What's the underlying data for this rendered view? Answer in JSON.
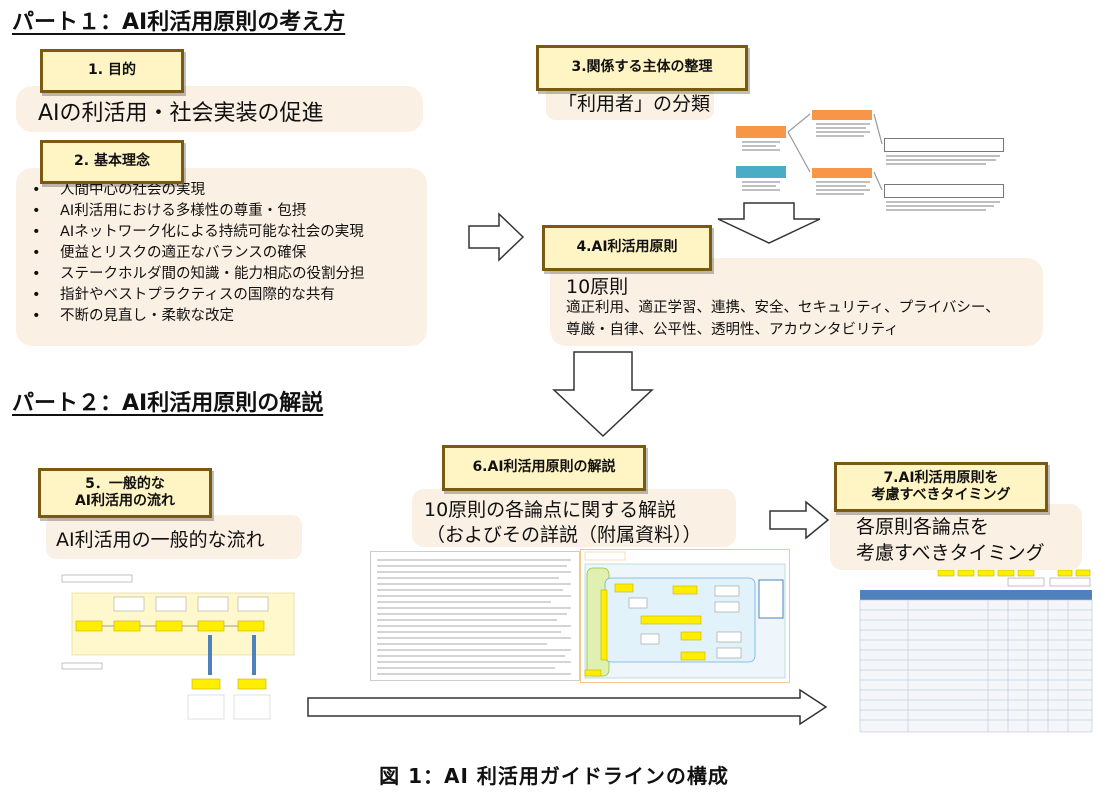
{
  "part1": {
    "title": "パート１：AI利活用原則の考え方"
  },
  "part2": {
    "title": "パート２：AI利活用原則の解説"
  },
  "box1": {
    "label": "1. 目的",
    "text": "AIの利活用・社会実装の促進"
  },
  "box2": {
    "label": "2. 基本理念",
    "items": [
      "人間中心の社会の実現",
      "AI利活用における多様性の尊重・包摂",
      "AIネットワーク化による持続可能な社会の実現",
      "便益とリスクの適正なバランスの確保",
      "ステークホルダ間の知識・能力相応の役割分担",
      "指針やベストプラクティスの国際的な共有",
      "不断の見直し・柔軟な改定"
    ]
  },
  "box3": {
    "label": "3.関係する主体の整理",
    "text": "「利用者」の分類"
  },
  "box4": {
    "label": "4.AI利活用原則",
    "heading": "10原則",
    "line1": "適正利用、適正学習、連携、安全、セキュリティ、プライバシー、",
    "line2": "尊厳・自律、公平性、透明性、アカウンタビリティ"
  },
  "box5": {
    "label_line1": "5．一般的な",
    "label_line2": "AI利活用の流れ",
    "text": "AI利活用の一般的な流れ"
  },
  "box6": {
    "label": "6.AI利活用原則の解説",
    "line1": "10原則の各論点に関する解説",
    "line2": "（およびその詳説（附属資料））"
  },
  "box7": {
    "label_line1": "7.AI利活用原則を",
    "label_line2": "考慮すべきタイミング",
    "line1": "各原則各論点を",
    "line2": "考慮すべきタイミング"
  },
  "caption": "図 1：AI 利活用ガイドラインの構成",
  "colors": {
    "tag_fill": "#fff4c4",
    "tag_border": "#7a5a10",
    "panel_fill": "#fbf0e4",
    "accent_yellow": "#ffee00",
    "accent_blue": "#4f81bd"
  }
}
